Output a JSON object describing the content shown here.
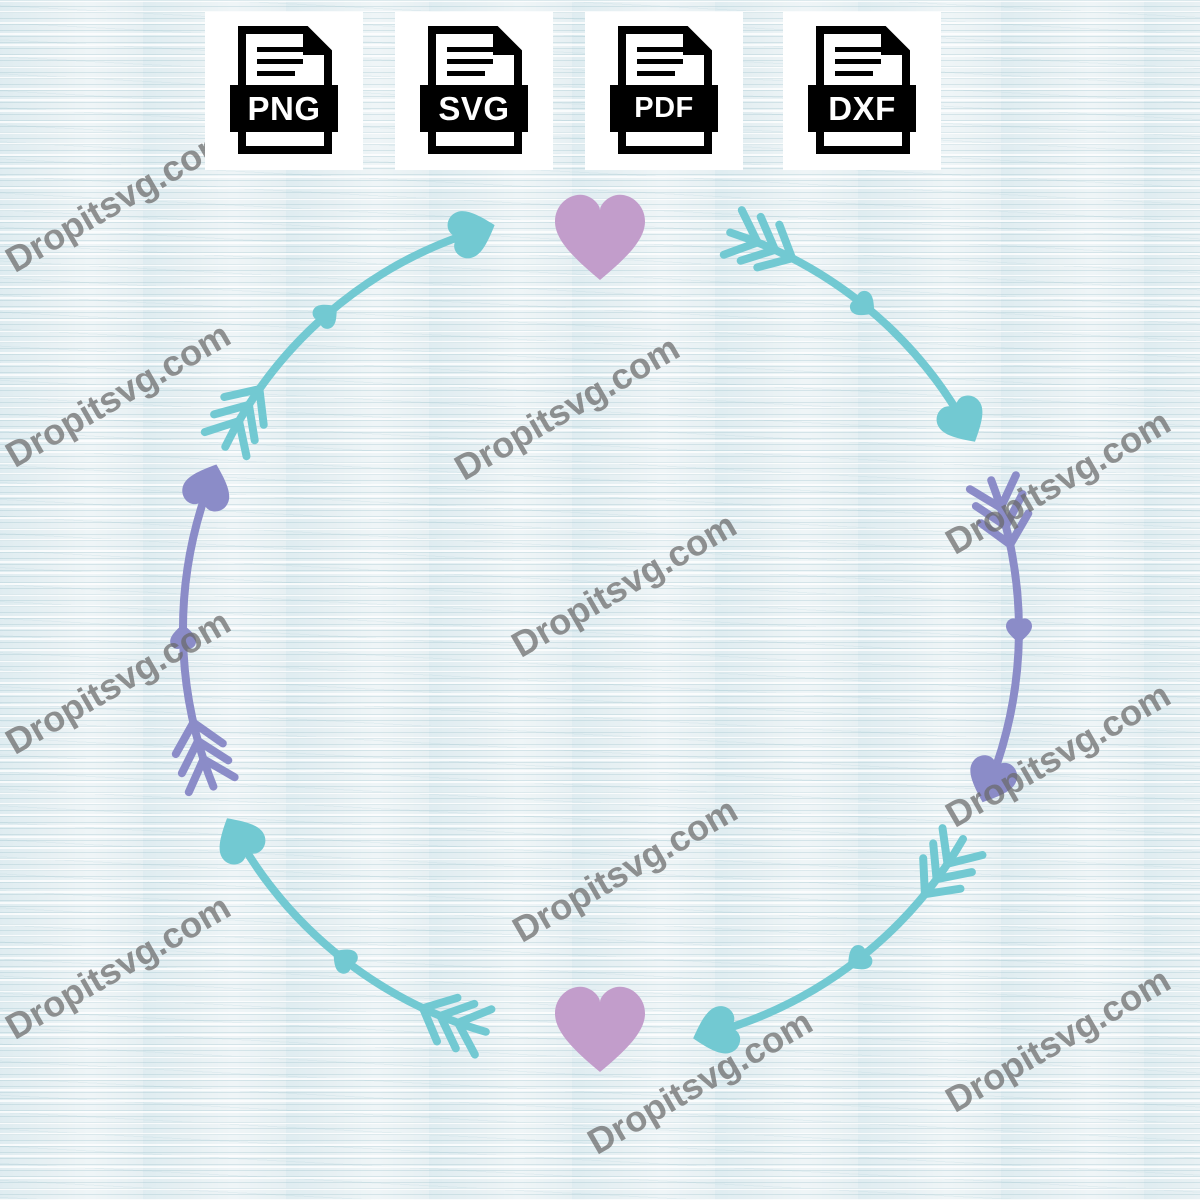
{
  "file_formats": [
    {
      "label": "PNG",
      "icon": "file-icon"
    },
    {
      "label": "SVG",
      "icon": "file-icon"
    },
    {
      "label": "PDF",
      "icon": "file-icon"
    },
    {
      "label": "DXF",
      "icon": "file-icon"
    }
  ],
  "watermark": "Dropitsvg.com",
  "colors": {
    "background": "#e7f0f3",
    "arrow_teal": "#72c9d2",
    "arrow_purple": "#8b8cc8",
    "heart_lilac": "#c29dcb",
    "file_icon": "#000000",
    "card": "#ffffff"
  },
  "frame": {
    "shape": "circle",
    "arrows": [
      {
        "icon": "heart-arrow-icon",
        "color": "#72c9d2"
      },
      {
        "icon": "heart-arrow-icon",
        "color": "#8b8cc8"
      },
      {
        "icon": "heart-arrow-icon",
        "color": "#72c9d2"
      },
      {
        "icon": "heart-arrow-icon",
        "color": "#72c9d2"
      },
      {
        "icon": "heart-arrow-icon",
        "color": "#8b8cc8"
      },
      {
        "icon": "heart-arrow-icon",
        "color": "#72c9d2"
      }
    ],
    "hearts": [
      {
        "icon": "heart-icon",
        "color": "#c29dcb"
      },
      {
        "icon": "heart-icon",
        "color": "#c29dcb"
      }
    ]
  }
}
